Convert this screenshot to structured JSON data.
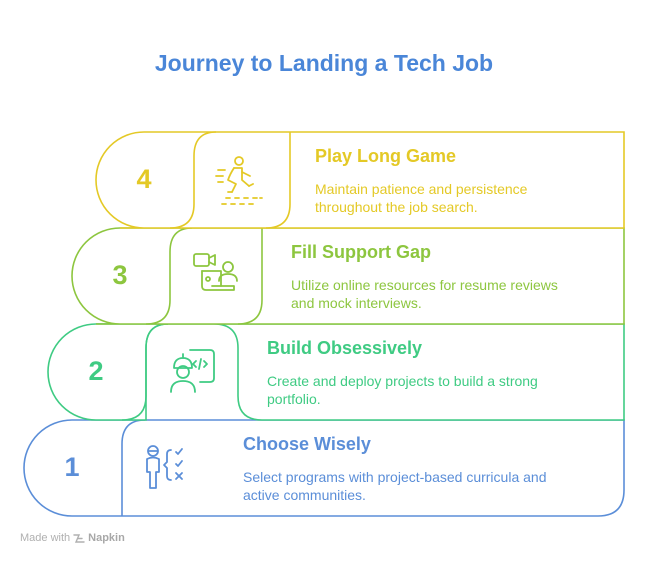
{
  "title": "Journey to Landing a Tech Job",
  "steps": [
    {
      "number": "1",
      "title": "Choose Wisely",
      "description_lines": [
        "Select programs with project-based curricula and",
        "active communities."
      ],
      "icon": "person-checklist-icon",
      "color": "#5b8ed8"
    },
    {
      "number": "2",
      "title": "Build Obsessively",
      "description_lines": [
        "Create and deploy projects to build a strong",
        "portfolio."
      ],
      "icon": "developer-code-icon",
      "color": "#3fcb83"
    },
    {
      "number": "3",
      "title": "Fill Support Gap",
      "description_lines": [
        "Utilize online resources for resume reviews",
        "and mock interviews."
      ],
      "icon": "video-call-laptop-icon",
      "color": "#8dc63f"
    },
    {
      "number": "4",
      "title": "Play Long Game",
      "description_lines": [
        "Maintain patience and persistence",
        "throughout the job search."
      ],
      "icon": "running-person-icon",
      "color": "#e4c926"
    }
  ],
  "footer": {
    "prefix": "Made with",
    "brand": "Napkin",
    "icon": "napkin-logo-icon"
  }
}
